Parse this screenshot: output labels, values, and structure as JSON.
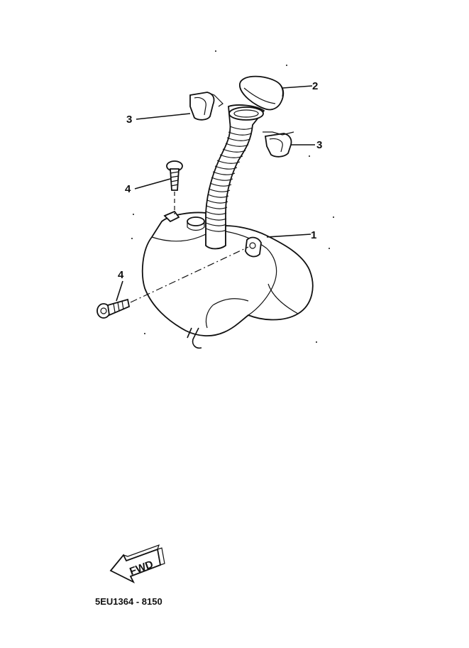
{
  "diagram": {
    "callouts": {
      "tank": "1",
      "cap": "2",
      "clamp_left": "3",
      "clamp_right": "3",
      "bolt_top": "4",
      "bolt_left": "4"
    },
    "fwd_label": "FWD",
    "part_code": "5EU1364 - 8150"
  }
}
